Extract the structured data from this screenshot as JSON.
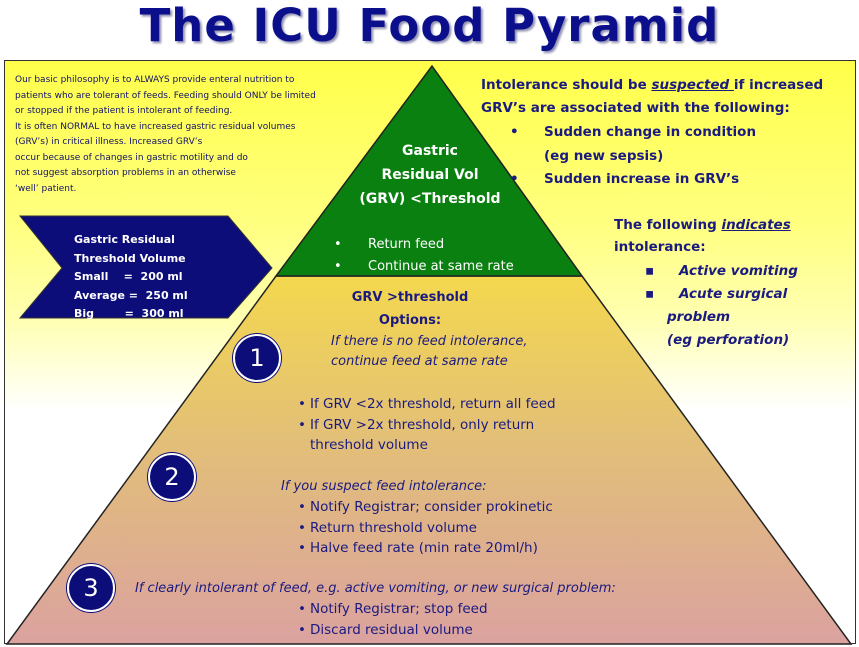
{
  "title": "The ICU Food Pyramid",
  "colors": {
    "title": "#0b0f8c",
    "navy": "#0d0d7a",
    "green": "#0a8010",
    "text": "#1a1a80"
  },
  "intro_lines": [
    "Our basic philosophy is to ALWAYS provide enteral nutrition to",
    "patients who are tolerant of feeds.  Feeding should ONLY be limited",
    "or stopped if the patient is intolerant of feeding.",
    "It is often NORMAL to have increased gastric residual volumes",
    "(GRV’s) in critical illness.   Increased GRV’s",
    "occur because of changes in gastric motility and do",
    "not suggest absorption problems in an otherwise",
    "‘well’ patient."
  ],
  "threshold_box": {
    "lines": [
      "Gastric Residual",
      "Threshold Volume",
      "Small    =  200 ml",
      "Average =  250 ml",
      "Big        =  300 ml"
    ]
  },
  "apex": {
    "heading": [
      "Gastric",
      "Residual Vol",
      "(GRV) <Threshold"
    ],
    "bullet": "•",
    "items": [
      "Return feed",
      "Continue at same rate"
    ]
  },
  "suspect": {
    "line1_pre": "Intolerance should be ",
    "line1_em": "suspected ",
    "line1_post": "if increased",
    "line2": "GRV’s are associated with the following:",
    "bullet": "•",
    "items": [
      "Sudden change in condition",
      "(eg new sepsis)",
      "Sudden increase in GRV’s"
    ]
  },
  "indicates": {
    "pre": "The following ",
    "em": "indicates",
    "post": "intolerance:",
    "bullet": "▪",
    "items": [
      "Active vomiting",
      "Acute surgical",
      "problem",
      "(eg perforation)"
    ]
  },
  "grv_heading": [
    "GRV >threshold",
    "Options:"
  ],
  "options": [
    {
      "number": "1"
    },
    {
      "number": "2"
    },
    {
      "number": "3"
    }
  ],
  "opt1_text": [
    "If there is no feed intolerance,",
    "continue feed at same rate"
  ],
  "opt1_bullets": [
    "If GRV <2x threshold, return all feed",
    "If GRV >2x threshold, only return",
    "threshold volume"
  ],
  "opt2_text": "If you suspect feed intolerance:",
  "opt2_bullets": [
    "Notify Registrar; consider prokinetic",
    "Return threshold volume",
    "Halve feed rate (min rate 20ml/h)"
  ],
  "opt3_text": "If clearly intolerant of feed, e.g. active vomiting, or new surgical problem:",
  "opt3_bullets": [
    "Notify Registrar; stop feed",
    "Discard residual volume"
  ],
  "dot": "•"
}
